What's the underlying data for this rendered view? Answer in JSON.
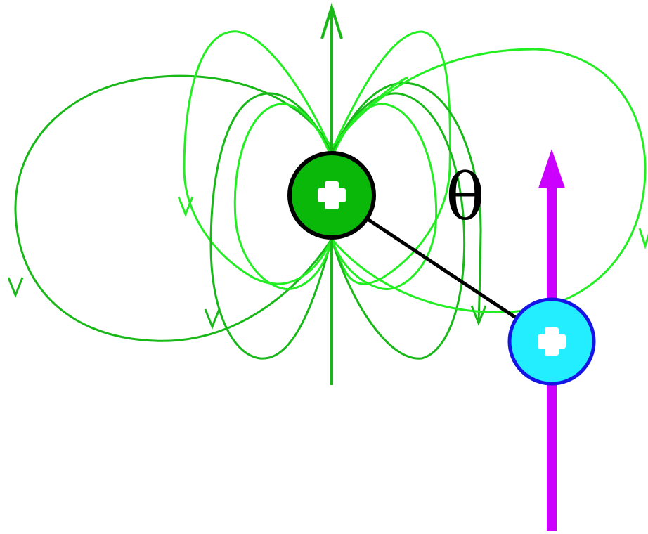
{
  "diagram": {
    "angle_label": "θ",
    "colors": {
      "field_lines_dark": "#18B818",
      "field_lines_light": "#22EE22",
      "source_dipole_fill": "#0AB80A",
      "source_dipole_outline": "#000000",
      "source_axis": "#18B818",
      "test_dipole_fill": "#22EEFF",
      "test_dipole_outline": "#1414E6",
      "test_dipole_axis": "#CC00FF",
      "separation_line": "#000000",
      "plus_sign": "#FFFFFF",
      "angle_label": "#000000",
      "background": "#FFFFFF"
    },
    "icons": {
      "source_dipole": "plus-sign-circle",
      "test_dipole": "plus-sign-circle"
    }
  }
}
